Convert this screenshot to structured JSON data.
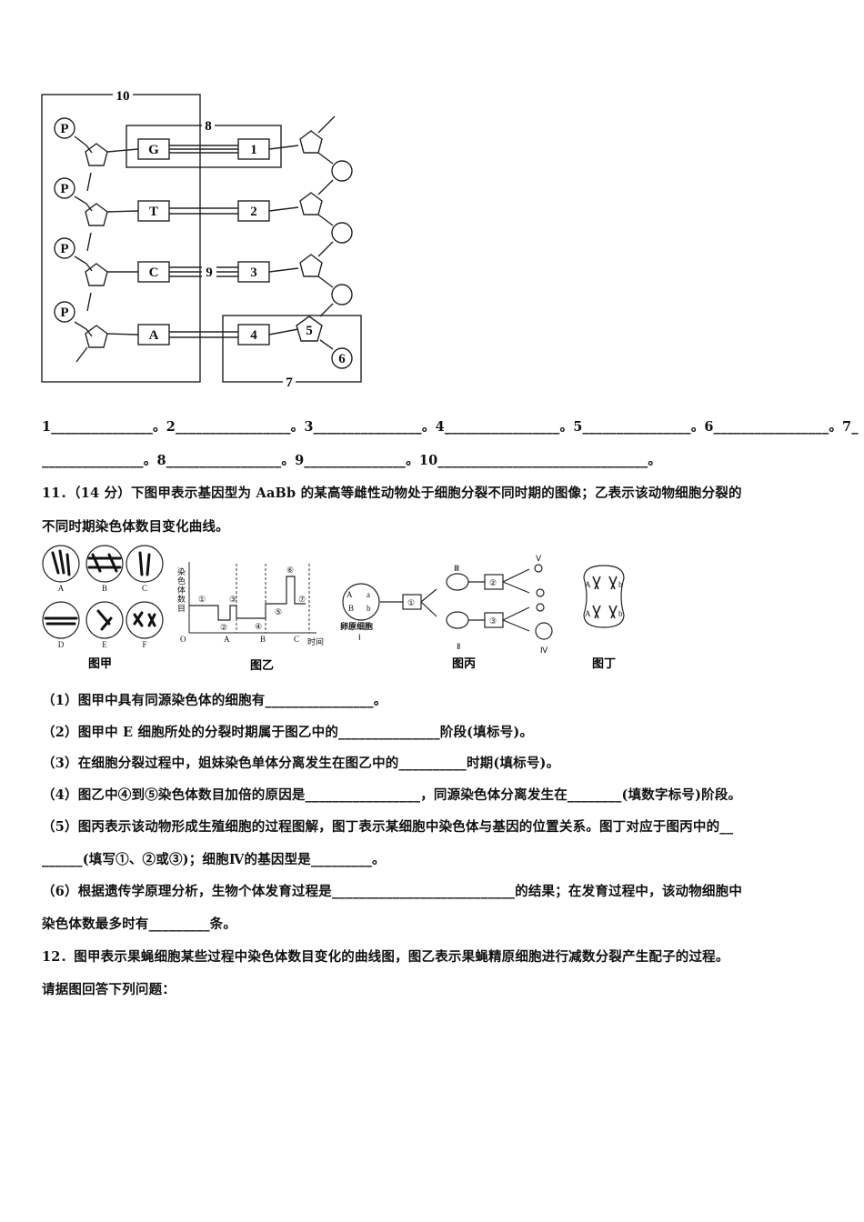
{
  "dna_diagram": {
    "bases_left": [
      "G",
      "T",
      "C",
      "A"
    ],
    "bases_right": [
      "1",
      "2",
      "3",
      "4"
    ],
    "phosphate_label": "P",
    "box_labels": {
      "b10": "10",
      "b8": "8",
      "b9": "9",
      "b7": "7",
      "b5": "5",
      "b6": "6"
    }
  },
  "q10_blanks": {
    "line1": "1_______________。2_________________。3________________。4_________________。5________________。6_________________。7_",
    "line2": "_______________。8_________________。9_______________。10_______________________________。"
  },
  "q11": {
    "header1": "11．（14 分）下图甲表示基因型为 AaBb 的某高等雌性动物处于细胞分裂不同时期的图像；乙表示该动物细胞分裂的",
    "header2": "不同时期染色体数目变化曲线。",
    "figure": {
      "fig_jia_cells": [
        "A",
        "B",
        "C",
        "D",
        "E",
        "F"
      ],
      "fig_jia_caption": "图甲",
      "fig_yi_ylabel": [
        "染",
        "色",
        "体",
        "数",
        "目"
      ],
      "fig_yi_origin": "O",
      "fig_yi_xlabel": "时间",
      "fig_yi_segments": [
        "A",
        "B",
        "C"
      ],
      "fig_yi_stages": [
        "①",
        "②",
        "③",
        "④",
        "⑤",
        "⑥",
        "⑦"
      ],
      "fig_yi_caption": "图乙",
      "fig_bing_genes": [
        "A",
        "a",
        "B",
        "b"
      ],
      "fig_bing_cell_label": "卵原细胞",
      "fig_bing_roman": [
        "Ⅰ",
        "Ⅱ",
        "Ⅲ",
        "Ⅳ",
        "Ⅴ"
      ],
      "fig_bing_steps": [
        "①",
        "②",
        "③"
      ],
      "fig_bing_caption": "图丙",
      "fig_ding_genes": [
        "A",
        "b",
        "A",
        "b"
      ],
      "fig_ding_caption": "图丁"
    },
    "sub1": "（1）图甲中具有同源染色体的细胞有________________。",
    "sub2": "（2）图甲中 E 细胞所处的分裂时期属于图乙中的_______________阶段(填标号)。",
    "sub3": "（3）在细胞分裂过程中，姐妹染色单体分离发生在图乙中的__________时期(填标号)。",
    "sub4": "（4）图乙中④到⑤染色体数目加倍的原因是_________________，同源染色体分离发生在________(填数字标号)阶段。",
    "sub5a": "（5）图丙表示该动物形成生殖细胞的过程图解，图丁表示某细胞中染色体与基因的位置关系。图丁对应于图丙中的__",
    "sub5b": "______(填写①、②或③)；细胞Ⅳ的基因型是_________。",
    "sub6a": "（6）根据遗传学原理分析，生物个体发育过程是___________________________的结果；在发育过程中，该动物细胞中",
    "sub6b": "染色体数最多时有_________条。"
  },
  "q12": {
    "line1": "12．图甲表示果蝇细胞某些过程中染色体数目变化的曲线图，图乙表示果蝇精原细胞进行减数分裂产生配子的过程。",
    "line2": "请据图回答下列问题："
  }
}
